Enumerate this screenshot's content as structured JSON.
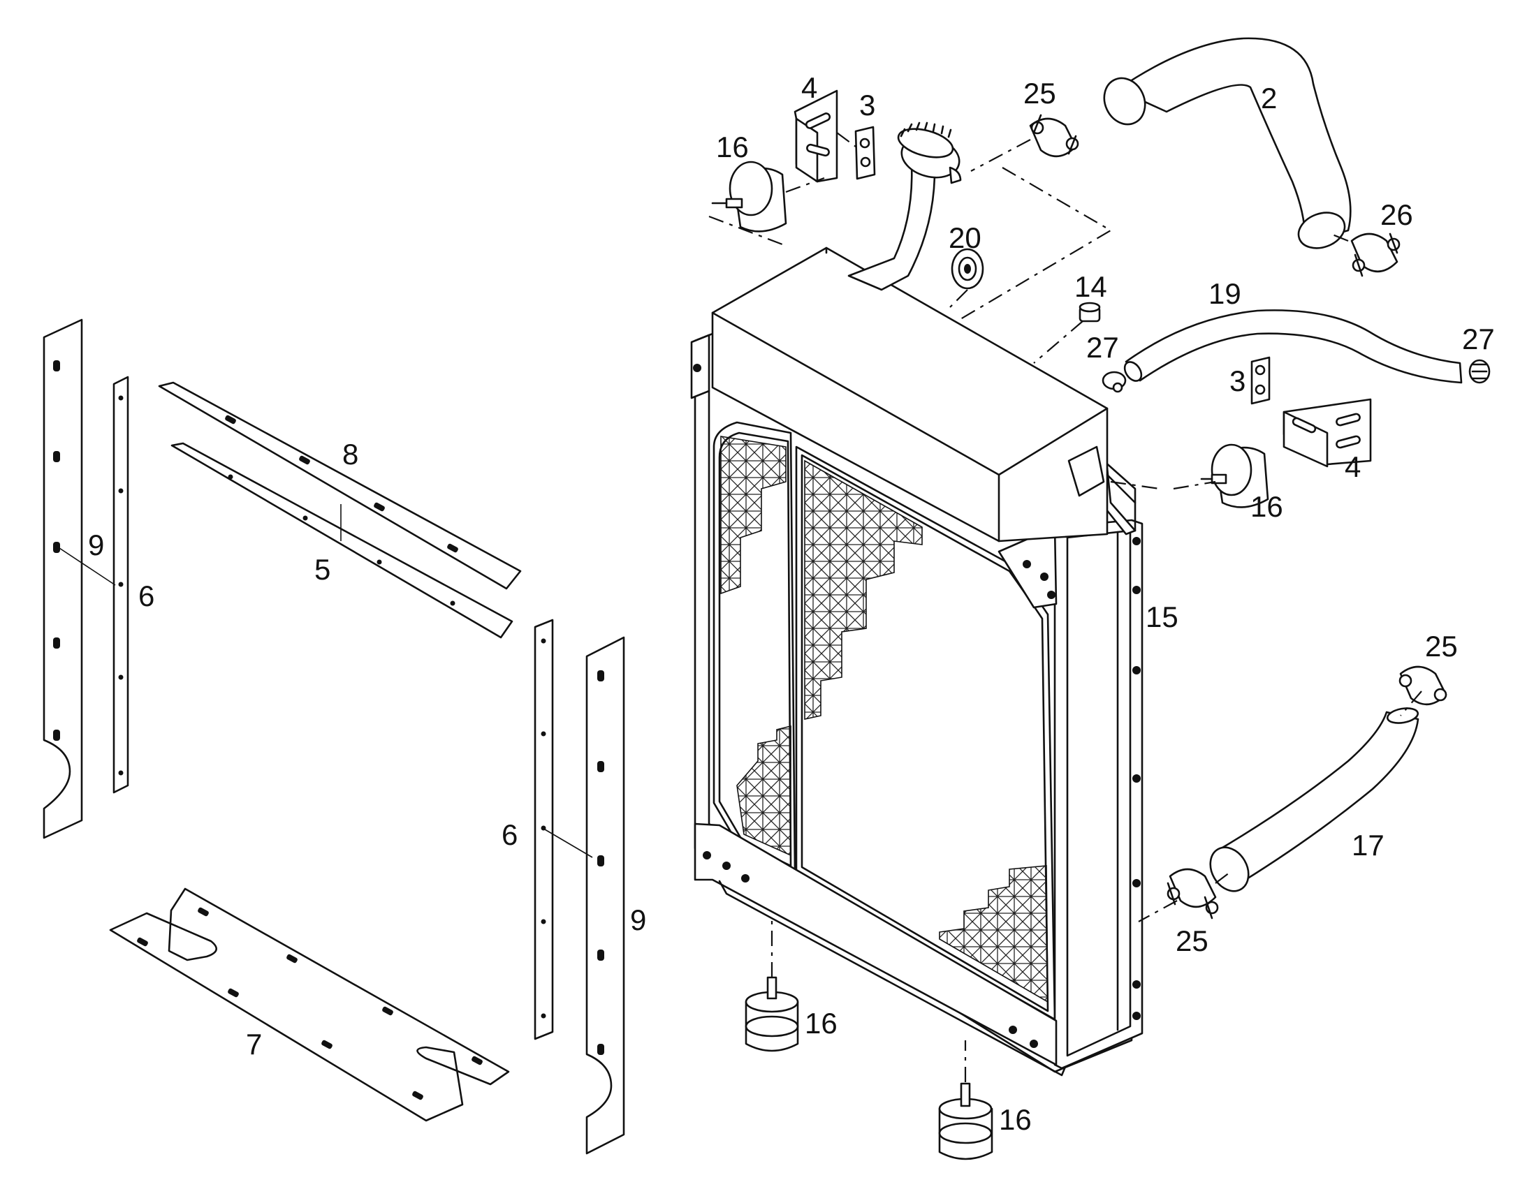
{
  "callouts": {
    "p2": "2",
    "p3a": "3",
    "p3b": "3",
    "p4a": "4",
    "p4b": "4",
    "p5": "5",
    "p6a": "6",
    "p6b": "6",
    "p7": "7",
    "p8": "8",
    "p9a": "9",
    "p9b": "9",
    "p14": "14",
    "p15": "15",
    "p16a": "16",
    "p16b": "16",
    "p16c": "16",
    "p16d": "16",
    "p17": "17",
    "p19": "19",
    "p20": "20",
    "p25a": "25",
    "p25b": "25",
    "p25c": "25",
    "p26": "26",
    "p27a": "27",
    "p27b": "27"
  },
  "colors": {
    "line": "#111111",
    "background": "#ffffff"
  }
}
